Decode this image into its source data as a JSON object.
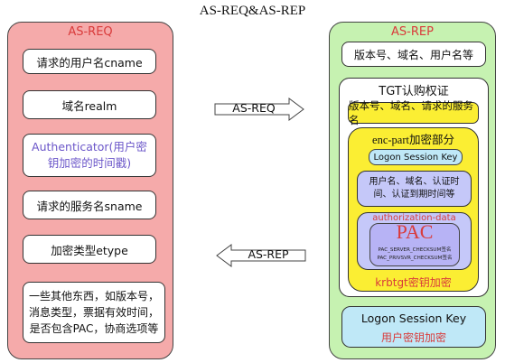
{
  "title": "AS-REQ&AS-REP",
  "as_req": {
    "heading": "AS-REQ",
    "items": [
      "请求的用户名cname",
      "域名realm",
      "Authenticator(用户密钥加密的时间戳)",
      "请求的服务名sname",
      "加密类型etype",
      "一些其他东西，如版本号，消息类型，票据有效时间，是否包含PAC，协商选项等"
    ]
  },
  "arrows": {
    "req": "AS-REQ",
    "rep": "AS-REP"
  },
  "as_rep": {
    "heading": "AS-REP",
    "top_item": "版本号、域名、用户名等",
    "tgt": {
      "title": "TGT认购权证",
      "header_item": "版本号、域名、请求的服务名",
      "enc_part": {
        "title": "enc-part加密部分",
        "logon_key": "Logon Session Key",
        "user_info": "用户名、域名、认证时间、认证到期时间等",
        "auth_data": {
          "label": "authorization-data",
          "pac": "PAC",
          "checksum1": "PAC_SERVER_CHECKSUM签名",
          "checksum2": "PAC_PRIVSVR_CHECKSUM签名"
        },
        "footer": "krbtgt密钥加密"
      }
    },
    "session": {
      "key": "Logon Session Key",
      "note": "用户密钥加密"
    }
  },
  "colors": {
    "left_bg": "#f5aaaa",
    "right_bg": "#c6f2b1",
    "yellow": "#fbee33",
    "blue": "#c5c8f9",
    "red_text": "#d93b3b",
    "purple_text": "#6b56c9"
  }
}
